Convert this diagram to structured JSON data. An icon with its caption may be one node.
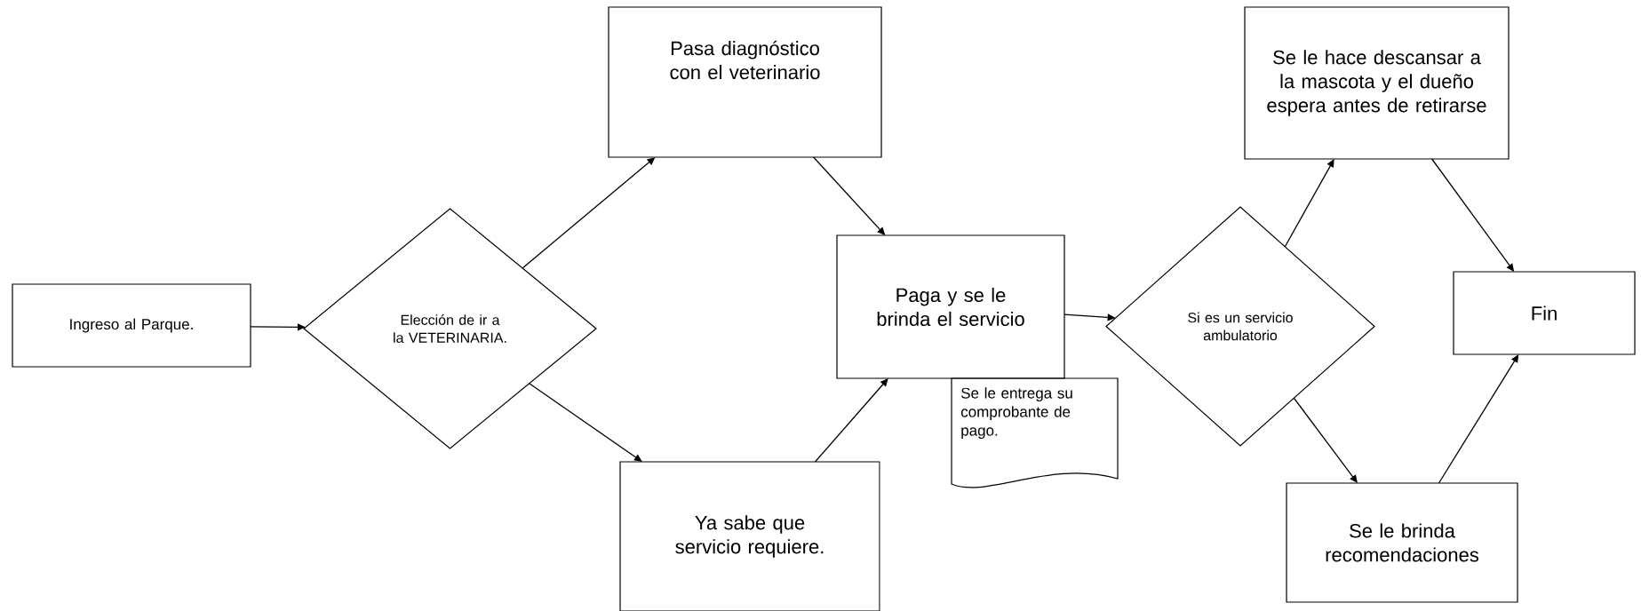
{
  "diagram": {
    "nodes": [
      {
        "text": [
          "Ingreso al Parque."
        ]
      },
      {
        "text": [
          "Elección de ir a la VETERINARIA."
        ]
      },
      {
        "text": [
          "Pasa diagnóstico con el veterinario"
        ]
      },
      {
        "text": [
          "Ya sabe que servicio requiere."
        ]
      },
      {
        "text": [
          "Paga y se le brinda el servicio"
        ]
      },
      {
        "text": [
          "Se le entrega su comprobante de pago."
        ]
      },
      {
        "text": [
          "Si es un servicio ambulatorio"
        ]
      },
      {
        "text": [
          "Se le hace descansar a la mascota y el dueño espera antes de retirarse"
        ]
      },
      {
        "text": [
          "Fin"
        ]
      },
      {
        "text": [
          "Se le brinda recomendaciones"
        ]
      }
    ],
    "edges": [
      {
        "from": 0,
        "to": 1,
        "arrow": "to"
      },
      {
        "from": 1,
        "to": 2,
        "arrow": "to"
      },
      {
        "from": 1,
        "to": 3,
        "arrow": "to"
      },
      {
        "from": 2,
        "to": 4,
        "arrow": "to"
      },
      {
        "from": 3,
        "to": 4,
        "arrow": "to"
      },
      {
        "from": 4,
        "to": 6,
        "arrow": "to"
      },
      {
        "from": 6,
        "to": 7,
        "arrow": "to"
      },
      {
        "from": 6,
        "to": 9,
        "arrow": "to"
      },
      {
        "from": 7,
        "to": 8,
        "arrow": "to"
      },
      {
        "from": 9,
        "to": 8,
        "arrow": "to"
      }
    ]
  }
}
